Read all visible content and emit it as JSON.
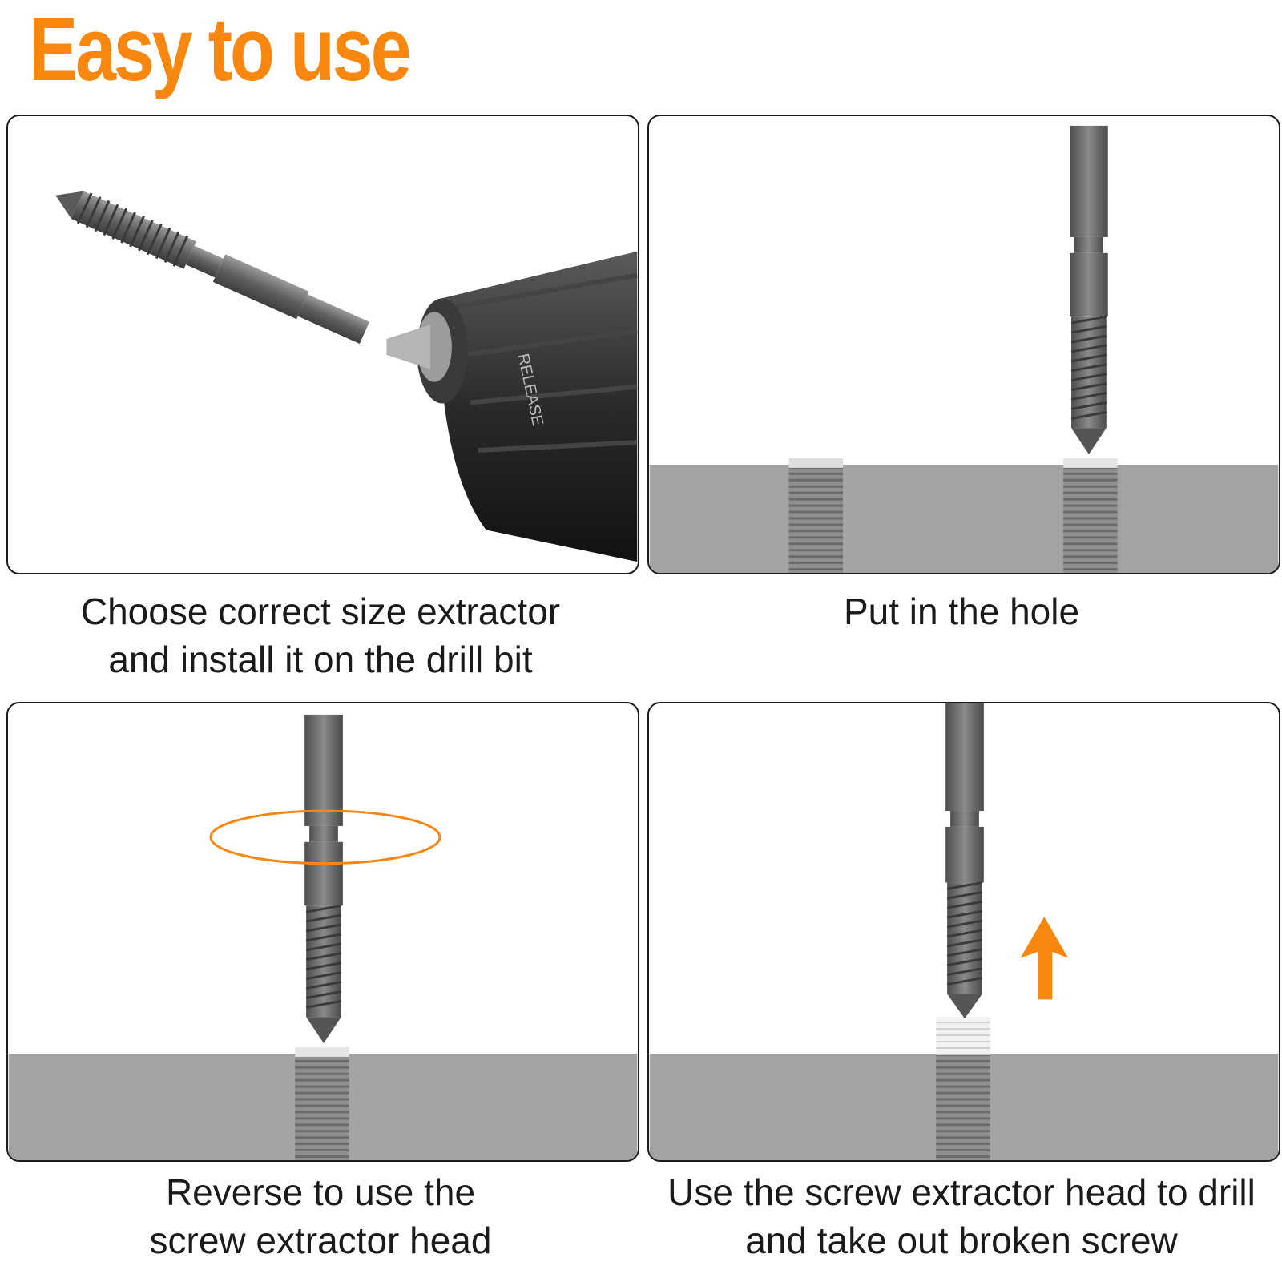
{
  "title": "Easy to use",
  "colors": {
    "accent": "#f7870e",
    "ground": "#a3a3a3",
    "metal": "#6e6e6e",
    "border": "#1d1d1d"
  },
  "steps": [
    {
      "caption_line1": "Choose correct size extractor",
      "caption_line2": "and install it on the drill bit",
      "drill_text": "RELEASE"
    },
    {
      "caption_line1": "Put in the hole",
      "caption_line2": ""
    },
    {
      "caption_line1": "Reverse to use the",
      "caption_line2": "screw extractor head"
    },
    {
      "caption_line1": "Use the screw extractor head to drill",
      "caption_line2": "and take out broken screw"
    }
  ],
  "icons": {
    "rotation": "rotation-ellipse-icon",
    "up_arrow": "up-arrow-icon"
  }
}
